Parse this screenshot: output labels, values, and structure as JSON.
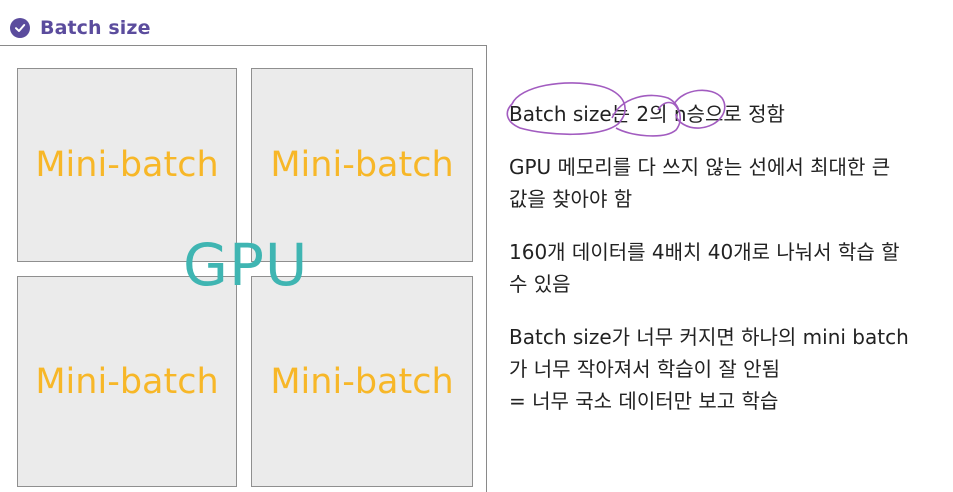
{
  "header": {
    "title": "Batch size",
    "icon": "check-circle-icon",
    "accent_color": "#5b4c9d"
  },
  "diagram": {
    "tiles": [
      {
        "label": "Mini-batch"
      },
      {
        "label": "Mini-batch"
      },
      {
        "label": "Mini-batch"
      },
      {
        "label": "Mini-batch"
      }
    ],
    "center_label": "GPU",
    "tile_label_color": "#f7b728",
    "center_label_color": "#3fb5b2"
  },
  "notes": [
    {
      "lines": [
        "Batch size는 2의 n승으로 정함"
      ]
    },
    {
      "lines": [
        "GPU 메모리를 다 쓰지 않는 선에서 최대한 큰",
        "값을 찾아야 함"
      ]
    },
    {
      "lines": [
        "160개 데이터를 4배치 40개로 나눠서 학습 할",
        "수 있음"
      ]
    },
    {
      "lines": [
        "Batch size가 너무 커지면 하나의 mini batch",
        "가 너무 작아져서 학습이 잘 안됨",
        "= 너무 국소 데이터만 보고 학습"
      ]
    }
  ],
  "annotation_color": "#a25cc0"
}
